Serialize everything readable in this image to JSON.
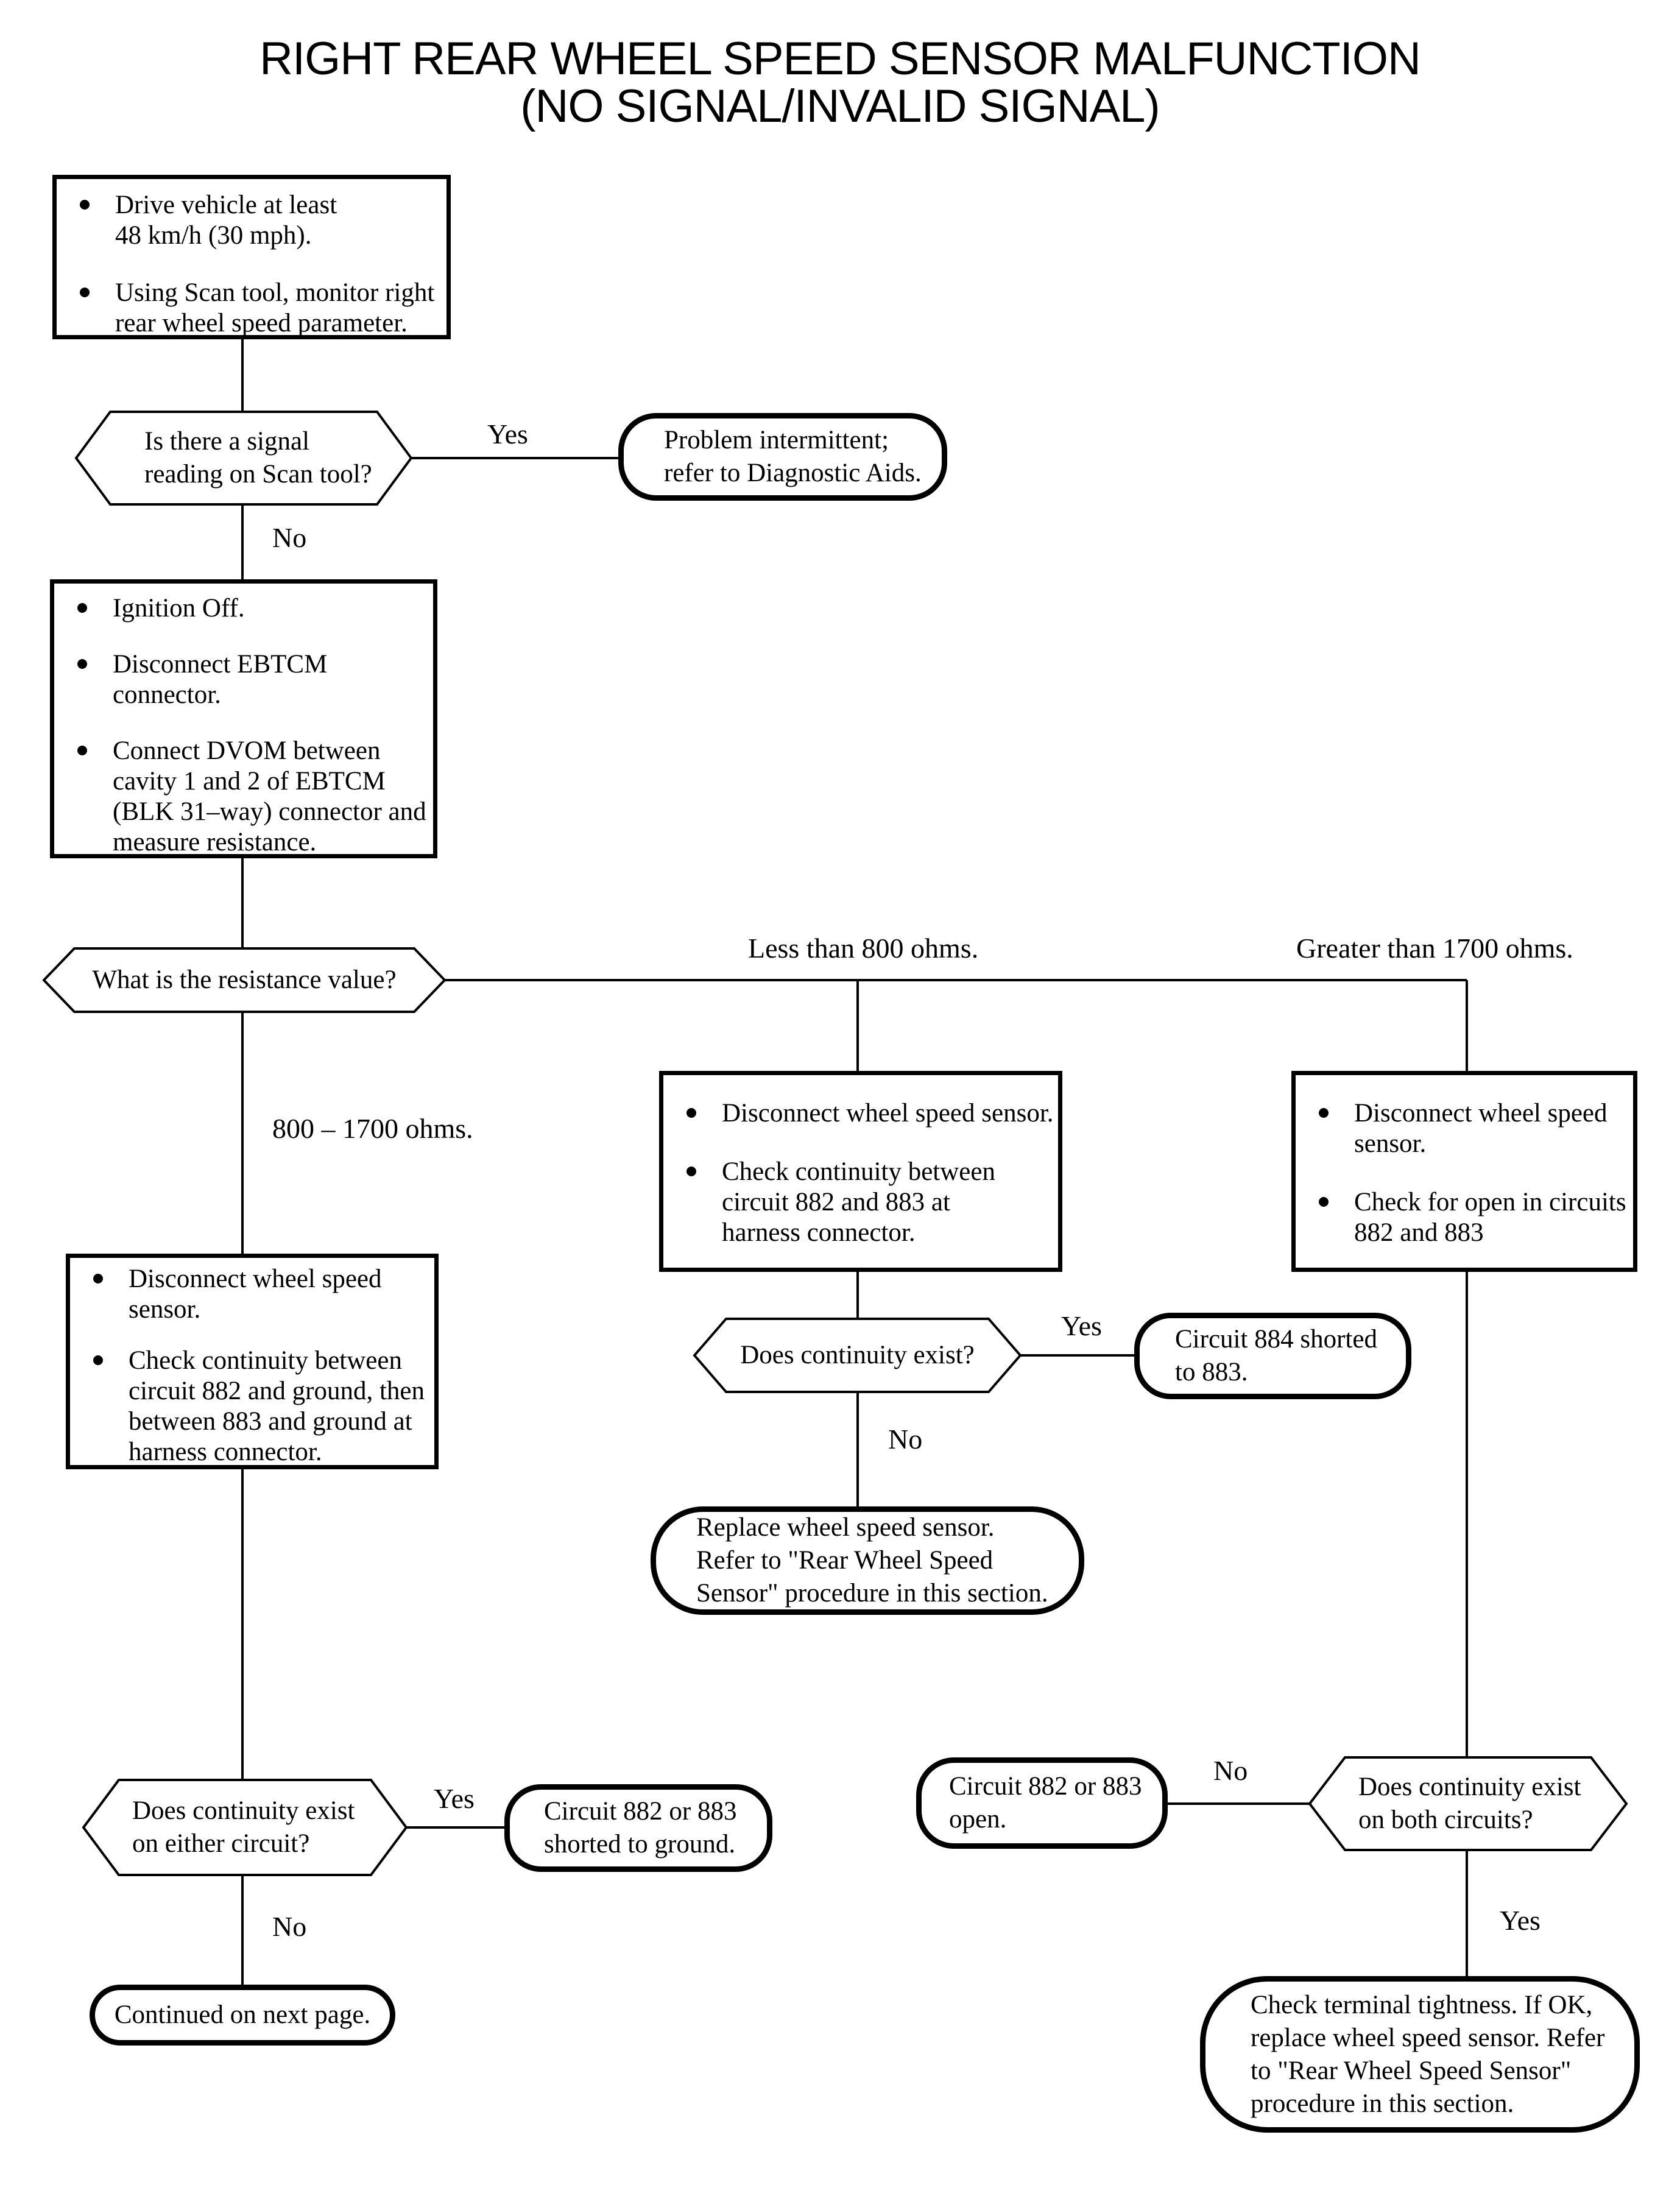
{
  "title": {
    "line1": "RIGHT REAR WHEEL SPEED SENSOR MALFUNCTION",
    "line2": "(NO SIGNAL/INVALID SIGNAL)"
  },
  "colors": {
    "ink": "#000000",
    "paper": "#ffffff"
  },
  "nodes": {
    "start": {
      "type": "process",
      "items": [
        [
          "Drive vehicle at least",
          "48 km/h (30 mph)."
        ],
        [
          "Using Scan tool, monitor right",
          "rear wheel speed parameter."
        ]
      ]
    },
    "q_signal": {
      "type": "decision",
      "lines": [
        "Is there a signal",
        "reading on Scan tool?"
      ]
    },
    "t_intermittent": {
      "type": "terminal",
      "lines": [
        "Problem intermittent;",
        "refer to Diagnostic Aids."
      ]
    },
    "prep": {
      "type": "process",
      "items": [
        [
          "Ignition Off."
        ],
        [
          "Disconnect EBTCM",
          "connector."
        ],
        [
          "Connect DVOM between",
          "cavity 1 and 2 of EBTCM",
          "(BLK 31–way) connector and",
          "measure resistance."
        ]
      ]
    },
    "q_resistance": {
      "type": "decision",
      "lines": [
        "What is the resistance value?"
      ]
    },
    "mid_check": {
      "type": "process",
      "items": [
        [
          "Disconnect wheel speed sensor."
        ],
        [
          "Check continuity between",
          "circuit 882 and 883 at",
          "harness connector."
        ]
      ]
    },
    "right_check": {
      "type": "process",
      "items": [
        [
          "Disconnect wheel speed",
          "sensor."
        ],
        [
          "Check for open in circuits",
          "882 and 883"
        ]
      ]
    },
    "left_check": {
      "type": "process",
      "items": [
        [
          "Disconnect wheel speed",
          "sensor."
        ],
        [
          "Check continuity between",
          "circuit 882 and ground, then",
          "between 883 and ground at",
          "harness connector."
        ]
      ]
    },
    "q_mid_continuity": {
      "type": "decision",
      "lines": [
        "Does continuity exist?"
      ]
    },
    "t_884_shorted": {
      "type": "terminal",
      "lines": [
        "Circuit 884 shorted",
        "to 883."
      ]
    },
    "t_replace": {
      "type": "terminal",
      "lines": [
        "Replace wheel speed sensor.",
        "Refer to \"Rear Wheel Speed",
        "Sensor\" procedure in this section."
      ]
    },
    "q_either_continuity": {
      "type": "decision",
      "lines": [
        "Does continuity exist",
        "on either circuit?"
      ]
    },
    "t_shorted_ground": {
      "type": "terminal",
      "lines": [
        "Circuit 882 or 883",
        "shorted to ground."
      ]
    },
    "t_continued": {
      "type": "terminal",
      "lines": [
        "Continued on next page."
      ]
    },
    "q_both_continuity": {
      "type": "decision",
      "lines": [
        "Does continuity exist",
        "on both circuits?"
      ]
    },
    "t_open": {
      "type": "terminal",
      "lines": [
        "Circuit 882 or 883",
        "open."
      ]
    },
    "t_check_tightness": {
      "type": "terminal",
      "lines": [
        "Check terminal tightness. If OK,",
        "replace wheel speed sensor. Refer",
        "to \"Rear Wheel Speed Sensor\"",
        "procedure in this section."
      ]
    }
  },
  "labels": {
    "signal_yes": "Yes",
    "signal_no": "No",
    "res_less": "Less than 800 ohms.",
    "res_greater": "Greater than 1700 ohms.",
    "res_mid": "800 – 1700 ohms.",
    "mid_yes": "Yes",
    "mid_no": "No",
    "either_yes": "Yes",
    "either_no": "No",
    "both_no": "No",
    "both_yes": "Yes"
  }
}
